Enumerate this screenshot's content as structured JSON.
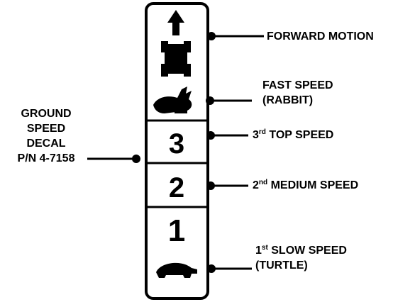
{
  "decal": {
    "lines": [
      "GROUND",
      "SPEED",
      "DECAL",
      "P/N 4-7158"
    ]
  },
  "panel": {
    "digit_3": "3",
    "digit_2": "2",
    "digit_1": "1",
    "icons": [
      "up-arrow-icon",
      "tractor-icon",
      "rabbit-icon",
      "turtle-icon"
    ]
  },
  "callouts": {
    "forward": "FORWARD MOTION",
    "fast_line1": "FAST SPEED",
    "fast_line2": "(RABBIT)",
    "top_ordinal": "3",
    "top_suffix": "rd",
    "top_text": " TOP SPEED",
    "medium_ordinal": "2",
    "medium_suffix": "nd",
    "medium_text": " MEDIUM SPEED",
    "slow_ordinal": "1",
    "slow_suffix": "st",
    "slow_text": " SLOW SPEED",
    "slow_line2": "(TURTLE)"
  }
}
